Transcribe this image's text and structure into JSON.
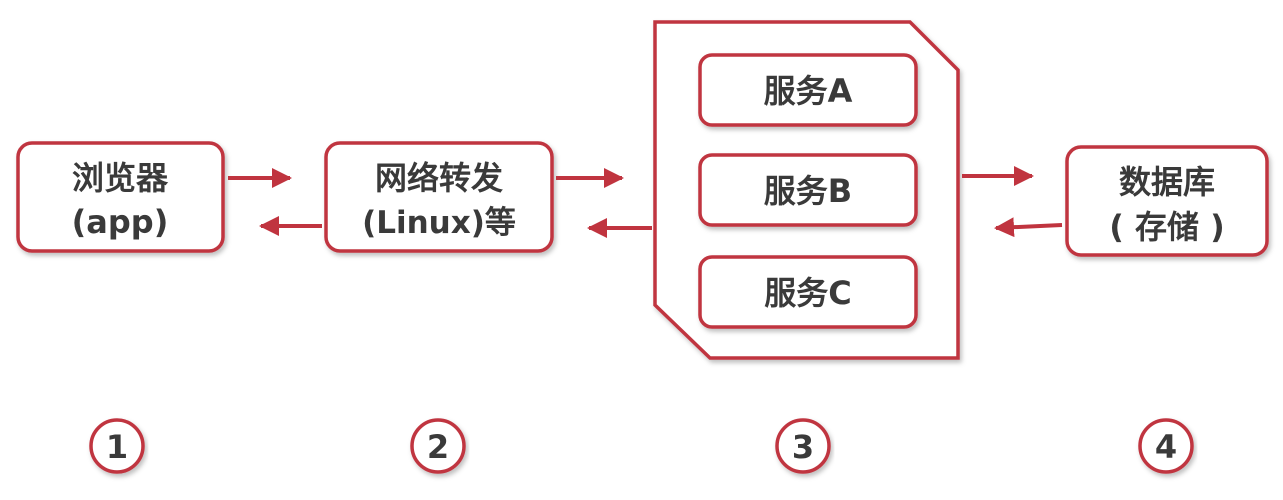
{
  "colors": {
    "accent": "#c0343f",
    "text": "#3a3a3a",
    "box_fill": "#ffffff"
  },
  "nodes": {
    "browser": {
      "line1": "浏览器",
      "line2": "(app)"
    },
    "forwarding": {
      "line1": "网络转发",
      "line2": "(Linux)等"
    },
    "services": {
      "a": "服务A",
      "b": "服务B",
      "c": "服务C"
    },
    "database": {
      "line1": "数据库",
      "line2": "( 存储 )"
    }
  },
  "steps": {
    "s1": "1",
    "s2": "2",
    "s3": "3",
    "s4": "4"
  }
}
